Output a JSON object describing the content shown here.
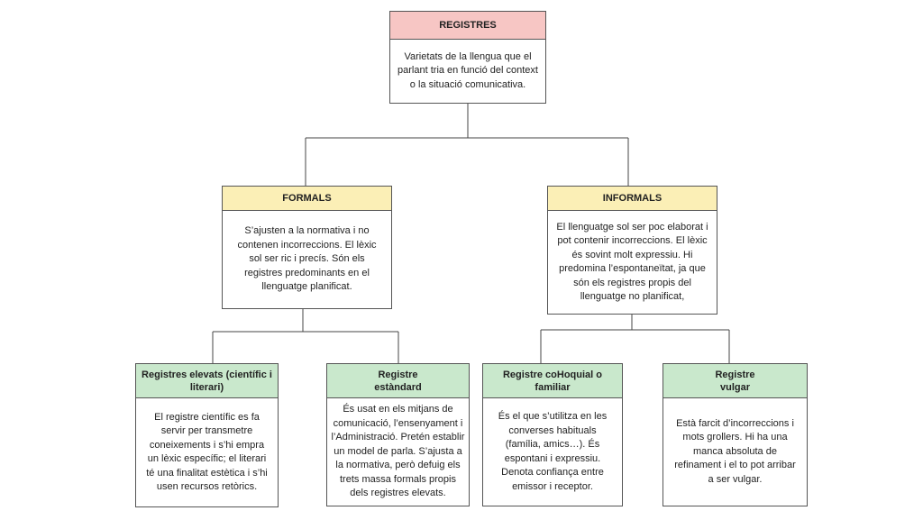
{
  "root": {
    "title": "REGISTRES",
    "text": "Varietats de la llengua que el parlant tria en funció del context o la situació comunicativa."
  },
  "formals": {
    "title": "FORMALS",
    "text": "S’ajusten a la normativa i no contenen incorreccions. El lèxic sol ser ric i precís. Són els registres predominants en el llenguatge planificat."
  },
  "informals": {
    "title": "INFORMALS",
    "text": "El llenguatge sol ser poc elaborat i pot contenir incorreccions. El lèxic és sovint molt expressiu. Hi predomina l’espontaneïtat, ja que són els registres propis del llenguatge no planificat,"
  },
  "elevats": {
    "title": "Registres elevats (científic i literari)",
    "text": "El registre científic es fa servir per transmetre coneixements i s’hi empra un lèxic específic; el literari té una finalitat estètica i s’hi usen recursos retòrics."
  },
  "estandard": {
    "title": "Registre estàndard",
    "text": "És usat en els mitjans de comunicació, l’ensenyament i l’Administració. Pretén establir un model de parla. S’ajusta a la normativa, però defuig els trets massa formals propis dels registres elevats."
  },
  "colloquial": {
    "title": "Registre coHoquial o familiar",
    "text": "És el que s’utilitza en les converses habituals (família, amics…). És espontani i expressiu. Denota confiança entre emissor i receptor."
  },
  "vulgar": {
    "title": "Registre vulgar",
    "text": "Està farcit d’incorreccions i mots grollers. Hi ha una manca absoluta de refinament i el to pot arribar a ser vulgar."
  }
}
